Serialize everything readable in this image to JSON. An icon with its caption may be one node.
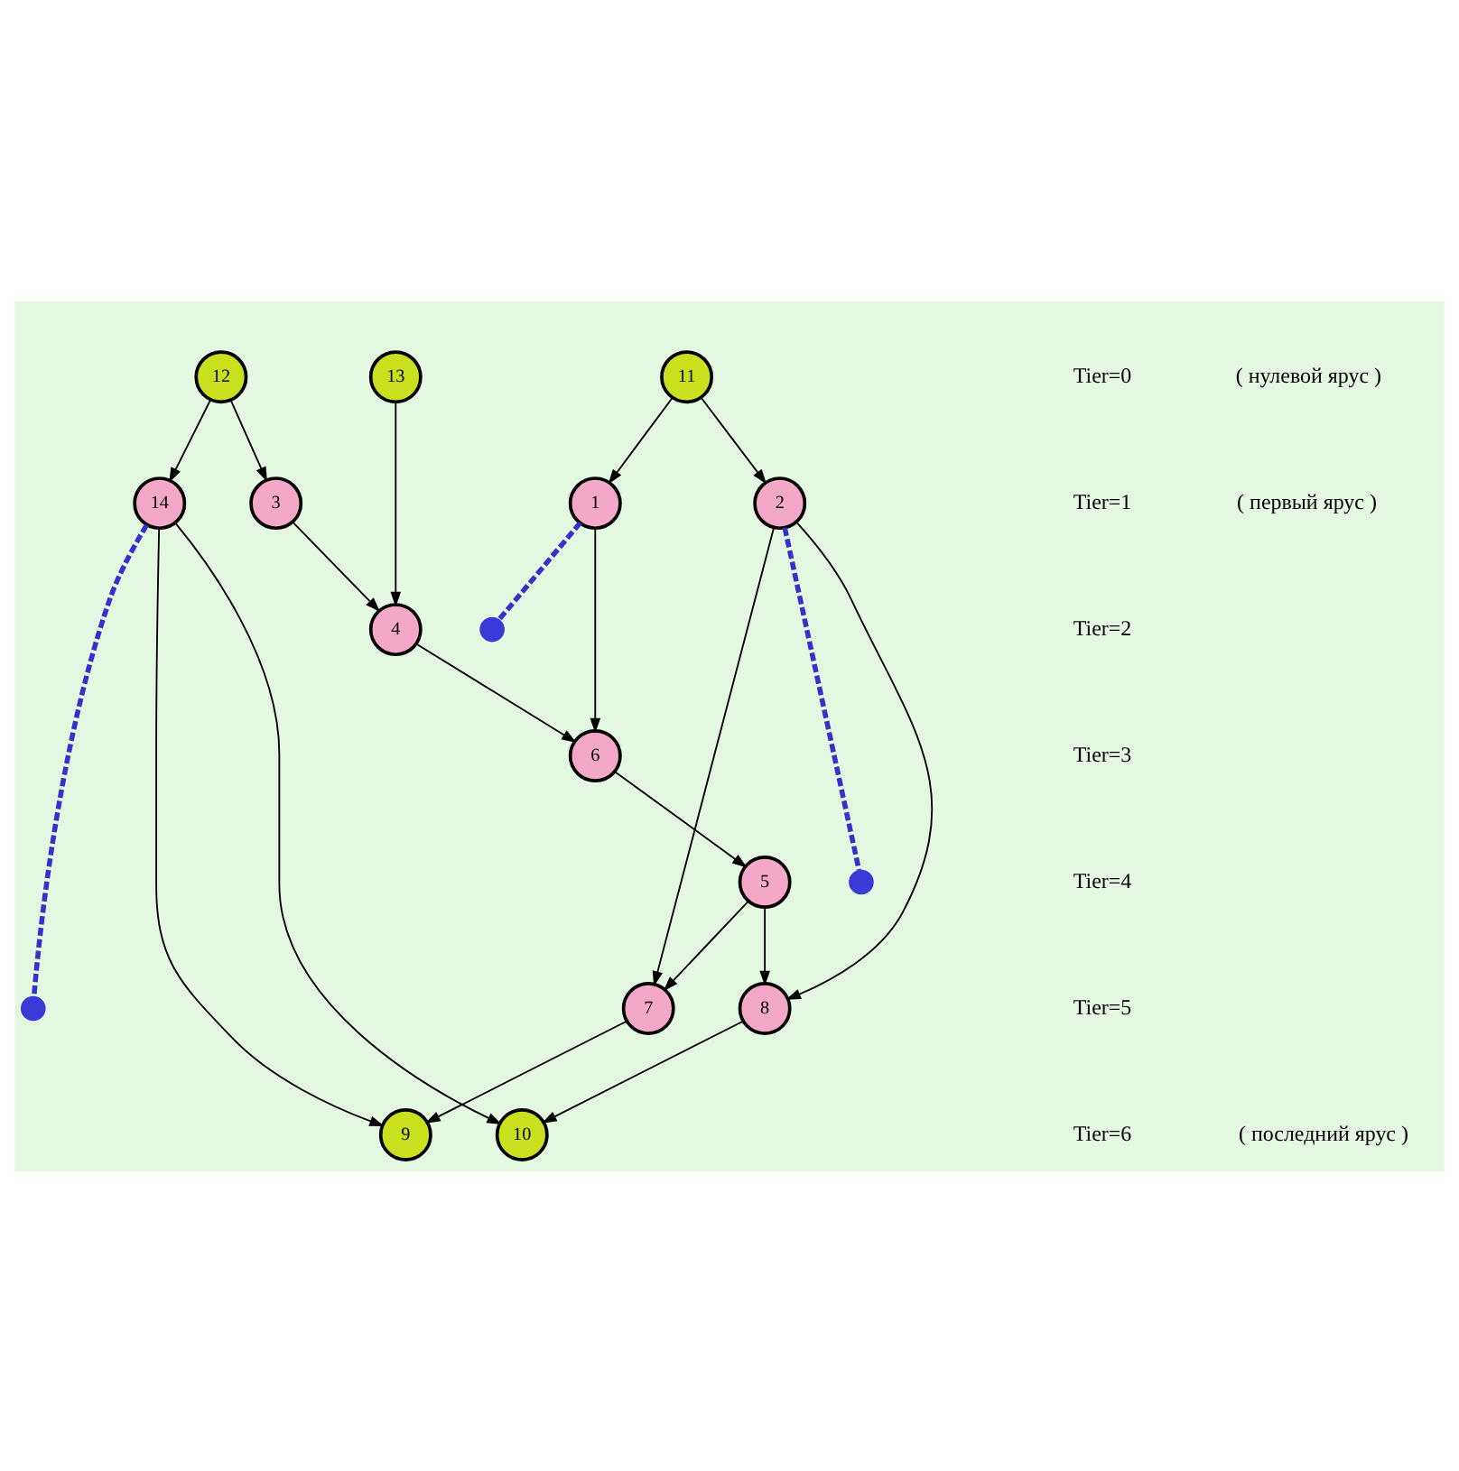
{
  "diagram": {
    "nodes": [
      {
        "text": [
          "12"
        ]
      },
      {
        "text": [
          "11"
        ]
      },
      {
        "text": [
          "13"
        ]
      },
      {
        "text": [
          "14"
        ]
      },
      {
        "text": [
          "3"
        ]
      },
      {
        "text": [
          "2"
        ]
      },
      {
        "text": [
          "1"
        ]
      },
      {
        "text": [],
        "shape": "circle"
      },
      {
        "text": [
          "4"
        ]
      },
      {
        "text": [
          "6"
        ]
      },
      {
        "text": [],
        "shape": "circle"
      },
      {
        "text": [
          "5"
        ]
      },
      {
        "text": [],
        "shape": "circle"
      },
      {
        "text": [
          "7"
        ]
      },
      {
        "text": [
          "8"
        ]
      },
      {
        "text": [
          "9"
        ]
      },
      {
        "text": [
          "10"
        ]
      }
    ],
    "edges": [
      {
        "from": 0,
        "to": 3,
        "arrow": "to"
      },
      {
        "from": 0,
        "to": 4,
        "arrow": "to"
      },
      {
        "from": 1,
        "to": 5,
        "arrow": "to"
      },
      {
        "from": 1,
        "to": 6,
        "arrow": "to"
      },
      {
        "from": 2,
        "to": 8,
        "arrow": "to"
      },
      {
        "from": 4,
        "to": 8,
        "arrow": "to"
      },
      {
        "from": 6,
        "to": 9,
        "arrow": "to"
      },
      {
        "from": 8,
        "to": 9,
        "arrow": "to"
      },
      {
        "from": 9,
        "to": 11,
        "arrow": "to"
      },
      {
        "from": 11,
        "to": 13,
        "arrow": "to"
      },
      {
        "from": 11,
        "to": 14,
        "arrow": "to"
      },
      {
        "from": 5,
        "to": 13,
        "arrow": "to"
      },
      {
        "from": 5,
        "to": 14,
        "arrow": "to"
      },
      {
        "from": 3,
        "to": 15,
        "arrow": "to"
      },
      {
        "from": 3,
        "to": 16,
        "arrow": "to"
      },
      {
        "from": 13,
        "to": 15,
        "arrow": "to"
      },
      {
        "from": 14,
        "to": 16,
        "arrow": "to"
      },
      {
        "from": 6,
        "to": 7,
        "arrow": "none",
        "style": "dashed",
        "color": "#3333cc"
      },
      {
        "from": 5,
        "to": 10,
        "arrow": "none",
        "style": "dashed",
        "color": "#3333cc"
      },
      {
        "from": 3,
        "to": 12,
        "arrow": "none",
        "style": "dashed",
        "color": "#3333cc"
      }
    ],
    "labels": [
      "Tier=0",
      "( нулевой ярус )",
      "Tier=1",
      "( первый ярус )",
      "Tier=2",
      "Tier=3",
      "Tier=4",
      "Tier=5",
      "Tier=6",
      "( последний ярус )"
    ]
  }
}
